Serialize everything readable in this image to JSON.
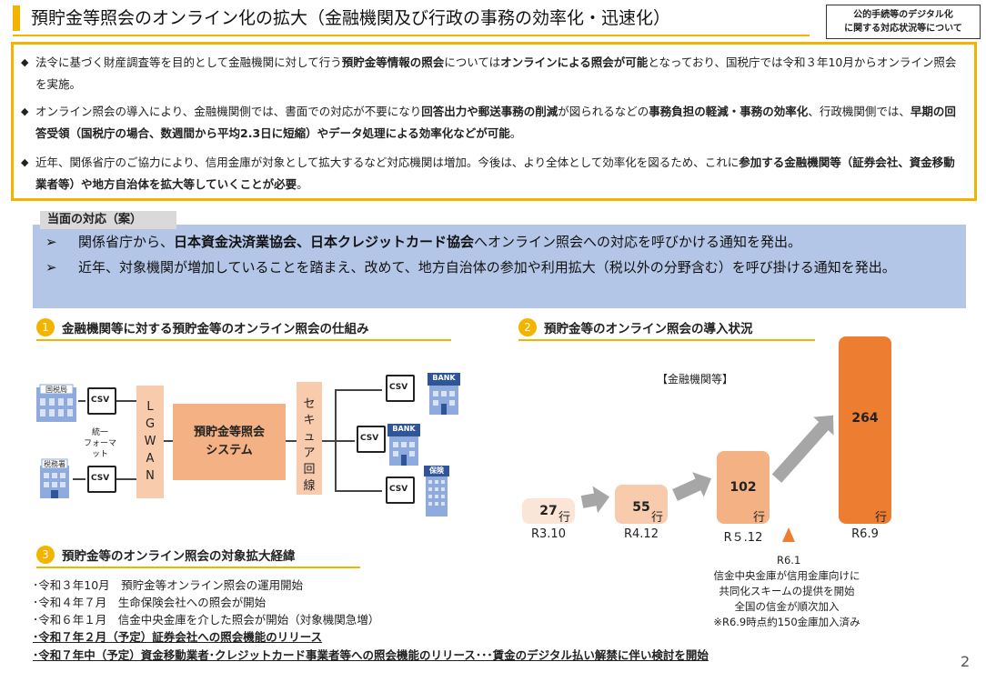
{
  "header": {
    "title": "預貯金等照会のオンライン化の拡大（金融機関及び行政の事務の効率化・迅速化）",
    "badge_line1": "公的手続等のデジタル化",
    "badge_line2": "に関する対応状況等について"
  },
  "summary": {
    "item1": {
      "t1": "法令に基づく財産調査等を目的として金融機関に対して行う",
      "b1": "預貯金等情報の照会",
      "t2": "については",
      "b2": "オンラインによる照会が可能",
      "t3": "となっており、国税庁では令和３年10月からオンライン照会を実施。"
    },
    "item2": {
      "t1": "オンライン照会の導入により、金融機関側では、書面での対応が不要になり",
      "b1": "回答出力や郵送事務の削減",
      "t2": "が図られるなどの",
      "b2": "事務負担の軽減・事務の効率化",
      "t3": "、行政機関側では、",
      "b3": "早期の回答受領（国税庁の場合、数週間から平均2.3日に短縮）やデータ処理による効率化などが可能",
      "t4": "。"
    },
    "item3": {
      "t1": "近年、関係省庁のご協力により、信用金庫が対象として拡大するなど対応機関は増加。今後は、より全体として効率化を図るため、これに",
      "b1": "参加する金融機関等（証券会社、資金移動業者等）や地方自治体を拡大等していくことが必要",
      "t2": "。"
    }
  },
  "response": {
    "label": "当面の対応（案）",
    "item1": {
      "t1": "関係省庁から、",
      "b1": "日本資金決済業協会、日本クレジットカード協会",
      "t2": "へオンライン照会への対応を呼びかける通知を発出。"
    },
    "item2": "近年、対象機関が増加していることを踏まえ、改めて、地方自治体の参加や利用拡大（税以外の分野含む）を呼び掛ける通知を発出。"
  },
  "section1": {
    "num": "1",
    "title": "金融機関等に対する預貯金等のオンライン照会の仕組み"
  },
  "section2": {
    "num": "2",
    "title": "預貯金等のオンライン照会の導入状況"
  },
  "section3": {
    "num": "3",
    "title": "預貯金等のオンライン照会の対象拡大経緯"
  },
  "diagram": {
    "tax_agency": "国税局",
    "tax_office": "税務署",
    "csv": "CSV",
    "format_line1": "統一",
    "format_line2": "フォーマット",
    "lgwan": [
      "L",
      "G",
      "W",
      "A",
      "N"
    ],
    "system_line1": "預貯金等照会",
    "system_line2": "システム",
    "secure": [
      "セ",
      "キ",
      "ュ",
      "ア",
      "回",
      "線"
    ],
    "bank": "BANK",
    "insurance": "保険"
  },
  "chart_data": {
    "type": "bar",
    "subtitle": "【金融機関等】",
    "categories": [
      "R3.10",
      "R4.12",
      "R５.12",
      "R6.9"
    ],
    "values": [
      27,
      55,
      102,
      264
    ],
    "unit": "行",
    "colors": [
      "#fbe5d6",
      "#f8cbad",
      "#f4b183",
      "#ed7d31"
    ],
    "annotation": {
      "label": "R6.1",
      "lines": [
        "信金中央金庫が信用金庫向けに",
        "共同化スキームの提供を開始",
        "全国の信金が順次加入",
        "※R6.9時点約150金庫加入済み"
      ]
    }
  },
  "history": [
    "･令和３年10月　預貯金等オンライン照会の運用開始",
    "･令和４年７月　生命保険会社への照会が開始",
    "･令和６年１月　信金中央金庫を介した照会が開始（対象機関急増）",
    "･令和７年２月（予定）証券会社への照会機能のリリース",
    "･令和７年中（予定）資金移動業者･クレジットカード事業者等への照会機能のリリース･･･賃金のデジタル払い解禁に伴い検討を開始"
  ],
  "page_number": "2"
}
